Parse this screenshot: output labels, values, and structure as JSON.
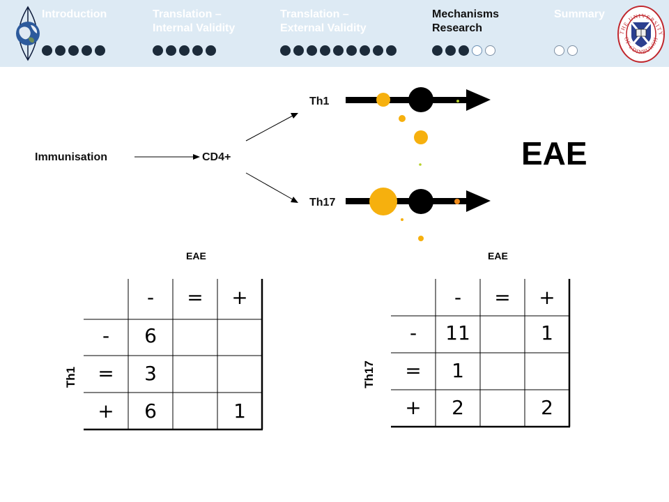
{
  "nav": {
    "sections": [
      {
        "label": "Introduction",
        "dots": [
          "filled",
          "filled",
          "filled",
          "filled",
          "filled"
        ],
        "active": false
      },
      {
        "label": "Translation –\nInternal Validity",
        "dots": [
          "filled",
          "filled",
          "filled",
          "filled",
          "filled"
        ],
        "active": false
      },
      {
        "label": "Translation –\nExternal Validity",
        "dots": [
          "filled",
          "filled",
          "filled",
          "filled",
          "filled",
          "filled",
          "filled",
          "filled",
          "filled"
        ],
        "active": false
      },
      {
        "label": "Mechanisms\nResearch",
        "dots": [
          "filled",
          "filled",
          "filled",
          "current",
          "empty"
        ],
        "active": true
      },
      {
        "label": "Summary",
        "dots": [
          "empty",
          "empty"
        ],
        "active": false
      }
    ]
  },
  "logo": {
    "text": "THE UNIVERSITY OF EDINBURGH"
  },
  "diagram": {
    "immunisation": "Immunisation",
    "cd4": "CD4+",
    "th1": "Th1",
    "th17": "Th17",
    "eae": "EAE"
  },
  "tables": [
    {
      "top_label": "EAE",
      "side_label": "Th1",
      "col_headers": [
        "-",
        "=",
        "+"
      ],
      "rows": [
        {
          "header": "-",
          "cells": [
            "6",
            "",
            ""
          ]
        },
        {
          "header": "=",
          "cells": [
            "3",
            "",
            ""
          ]
        },
        {
          "header": "+",
          "cells": [
            "6",
            "",
            "1"
          ]
        }
      ]
    },
    {
      "top_label": "EAE",
      "side_label": "Th17",
      "col_headers": [
        "-",
        "=",
        "+"
      ],
      "rows": [
        {
          "header": "-",
          "cells": [
            "11",
            "",
            "1"
          ]
        },
        {
          "header": "=",
          "cells": [
            "1",
            "",
            ""
          ]
        },
        {
          "header": "+",
          "cells": [
            "2",
            "",
            "2"
          ]
        }
      ]
    }
  ],
  "colors": {
    "header_bg": "#ddeaf4",
    "orange": "#f6b00e",
    "orange_dark": "#f08c1c",
    "lime": "#b6d12a"
  }
}
